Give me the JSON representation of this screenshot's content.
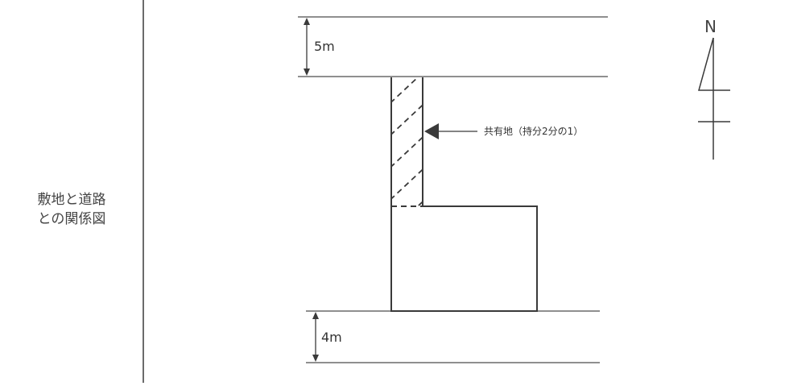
{
  "side_title": {
    "line1": "敷地と道路",
    "line2": "との関係図"
  },
  "roads": {
    "north_width": "5m",
    "south_width": "4m"
  },
  "shared_land_note": "共有地（持分2分の1）",
  "compass": {
    "north": "N"
  },
  "colors": {
    "line": "#3a3a3a",
    "road_line": "#6a6a6a"
  }
}
